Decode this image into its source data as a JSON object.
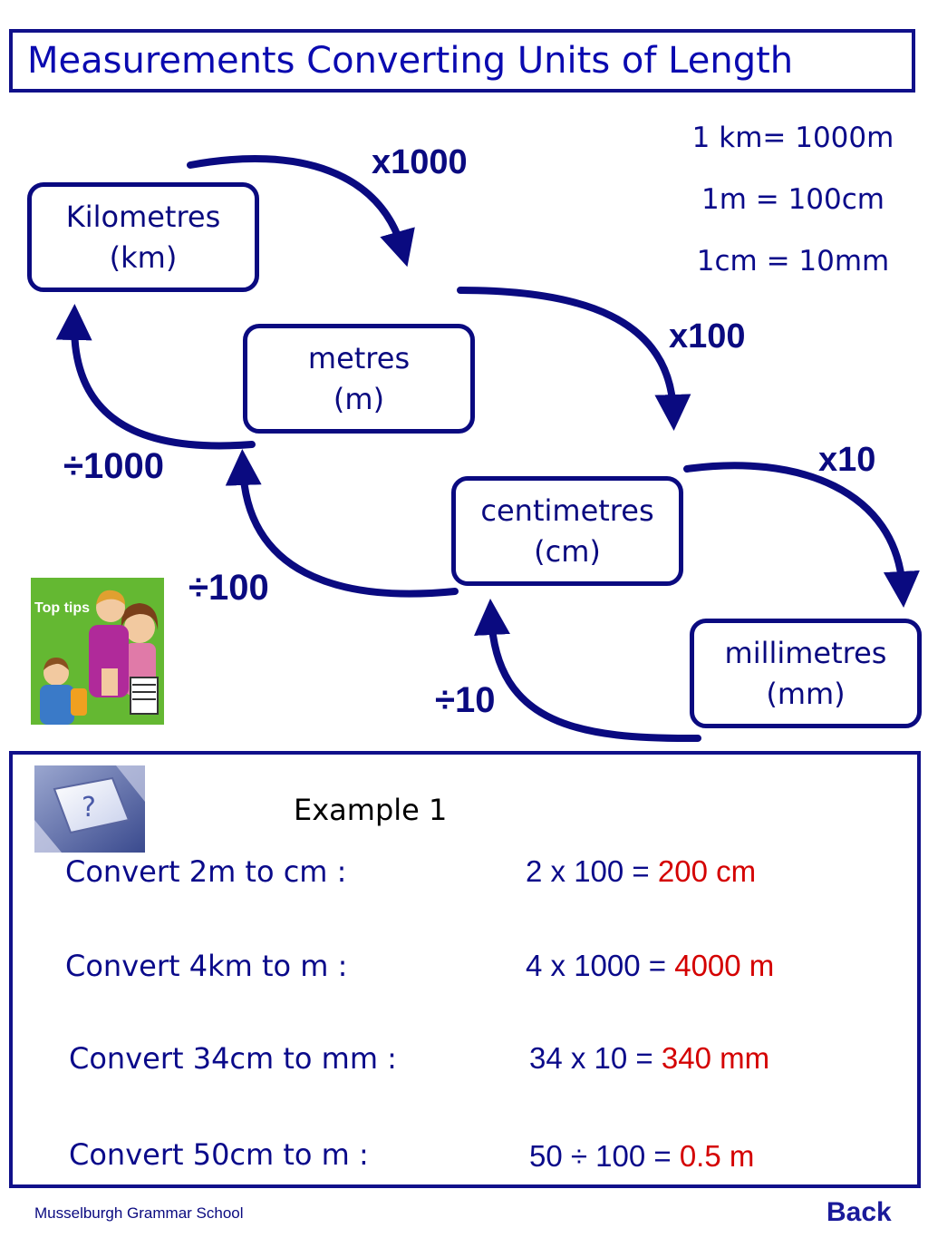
{
  "header": {
    "title": "Measurements  Converting Units of Length"
  },
  "facts": [
    "1 km= 1000m",
    "1m = 100cm",
    "1cm = 10mm"
  ],
  "units": [
    {
      "name": "Kilometres",
      "abbr": "(km)"
    },
    {
      "name": "metres",
      "abbr": "(m)"
    },
    {
      "name": "centimetres",
      "abbr": "(cm)"
    },
    {
      "name": "millimetres",
      "abbr": "(mm)"
    }
  ],
  "multipliers": [
    "x1000",
    "x100",
    "x10"
  ],
  "dividers": [
    "÷1000",
    "÷100",
    "÷10"
  ],
  "tips_image": {
    "label": "Top tips"
  },
  "example": {
    "label": "Example 1",
    "rows": [
      {
        "question": "Convert 2m to cm :",
        "working": "2 x 100 = ",
        "result": "200 cm"
      },
      {
        "question": "Convert 4km to m :",
        "working": "4 x 1000 = ",
        "result": "4000 m"
      },
      {
        "question": "Convert 34cm to mm :",
        "working": "34 x 10 = ",
        "result": "340 mm"
      },
      {
        "question": "Convert 50cm to m :",
        "working": "50 ÷ 100 = ",
        "result": "0.5 m"
      }
    ]
  },
  "footer": {
    "school": "Musselburgh Grammar School",
    "back_label": "Back"
  },
  "colors": {
    "primary": "#0a0a80",
    "answer": "#d40000"
  }
}
